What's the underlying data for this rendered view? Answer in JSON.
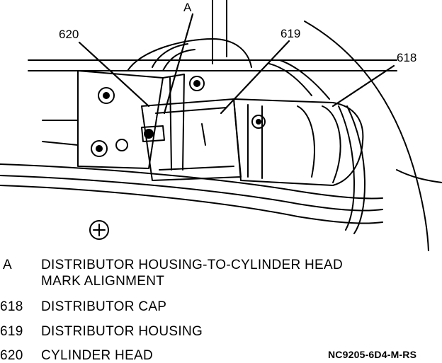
{
  "figure": {
    "callouts": {
      "a": "A",
      "c620": "620",
      "c619": "619",
      "c618": "618"
    }
  },
  "legend": [
    {
      "key": "A",
      "lines": [
        "DISTRIBUTOR HOUSING-TO-CYLINDER HEAD",
        "MARK ALIGNMENT"
      ]
    },
    {
      "key": "618",
      "lines": [
        "DISTRIBUTOR CAP"
      ]
    },
    {
      "key": "619",
      "lines": [
        "DISTRIBUTOR HOUSING"
      ]
    },
    {
      "key": "620",
      "lines": [
        "CYLINDER HEAD"
      ]
    }
  ],
  "figure_code": "NC9205-6D4-M-RS"
}
